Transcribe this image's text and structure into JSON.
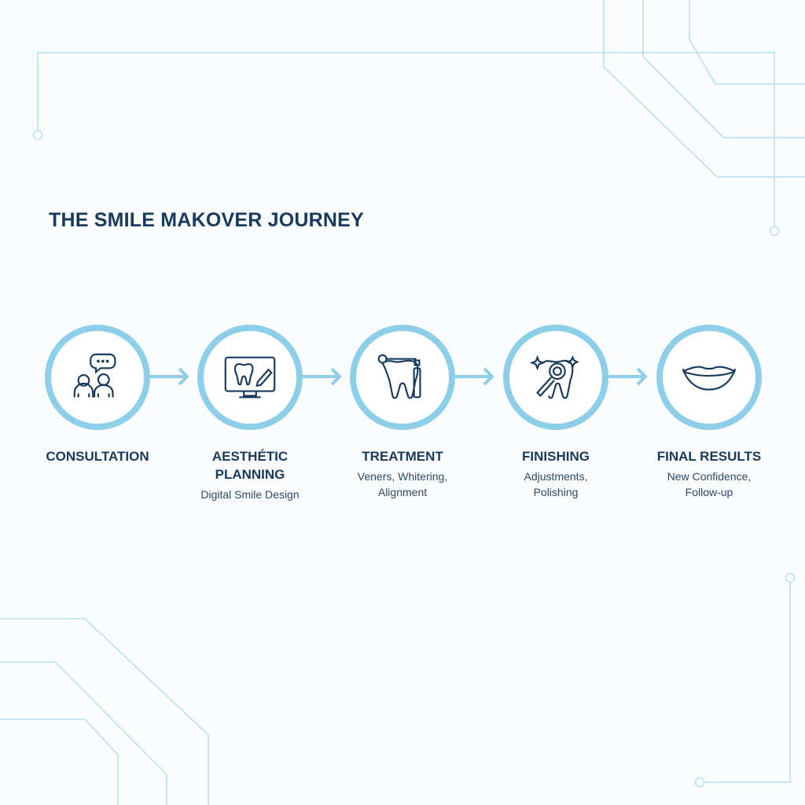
{
  "title": "THE SMILE MAKOVER JOURNEY",
  "colors": {
    "accent": "#8dcfe9",
    "text": "#173a5e",
    "line": "#a9dcec"
  },
  "steps": [
    {
      "label": "CONSULTATION",
      "desc": "",
      "icon": "consultation-people-icon"
    },
    {
      "label": "AESTHÉTIC\nPLANNING",
      "desc": "Digital Smile Design",
      "icon": "monitor-tooth-icon"
    },
    {
      "label": "TREATMENT",
      "desc": "Veners, Whitering,\nAlignment",
      "icon": "tooth-drill-icon"
    },
    {
      "label": "FINISHING",
      "desc": "Adjustments,\nPolishing",
      "icon": "tooth-magnifier-icon"
    },
    {
      "label": "FINAL RESULTS",
      "desc": "New Confidence,\nFollow-up",
      "icon": "smile-lips-icon"
    }
  ]
}
